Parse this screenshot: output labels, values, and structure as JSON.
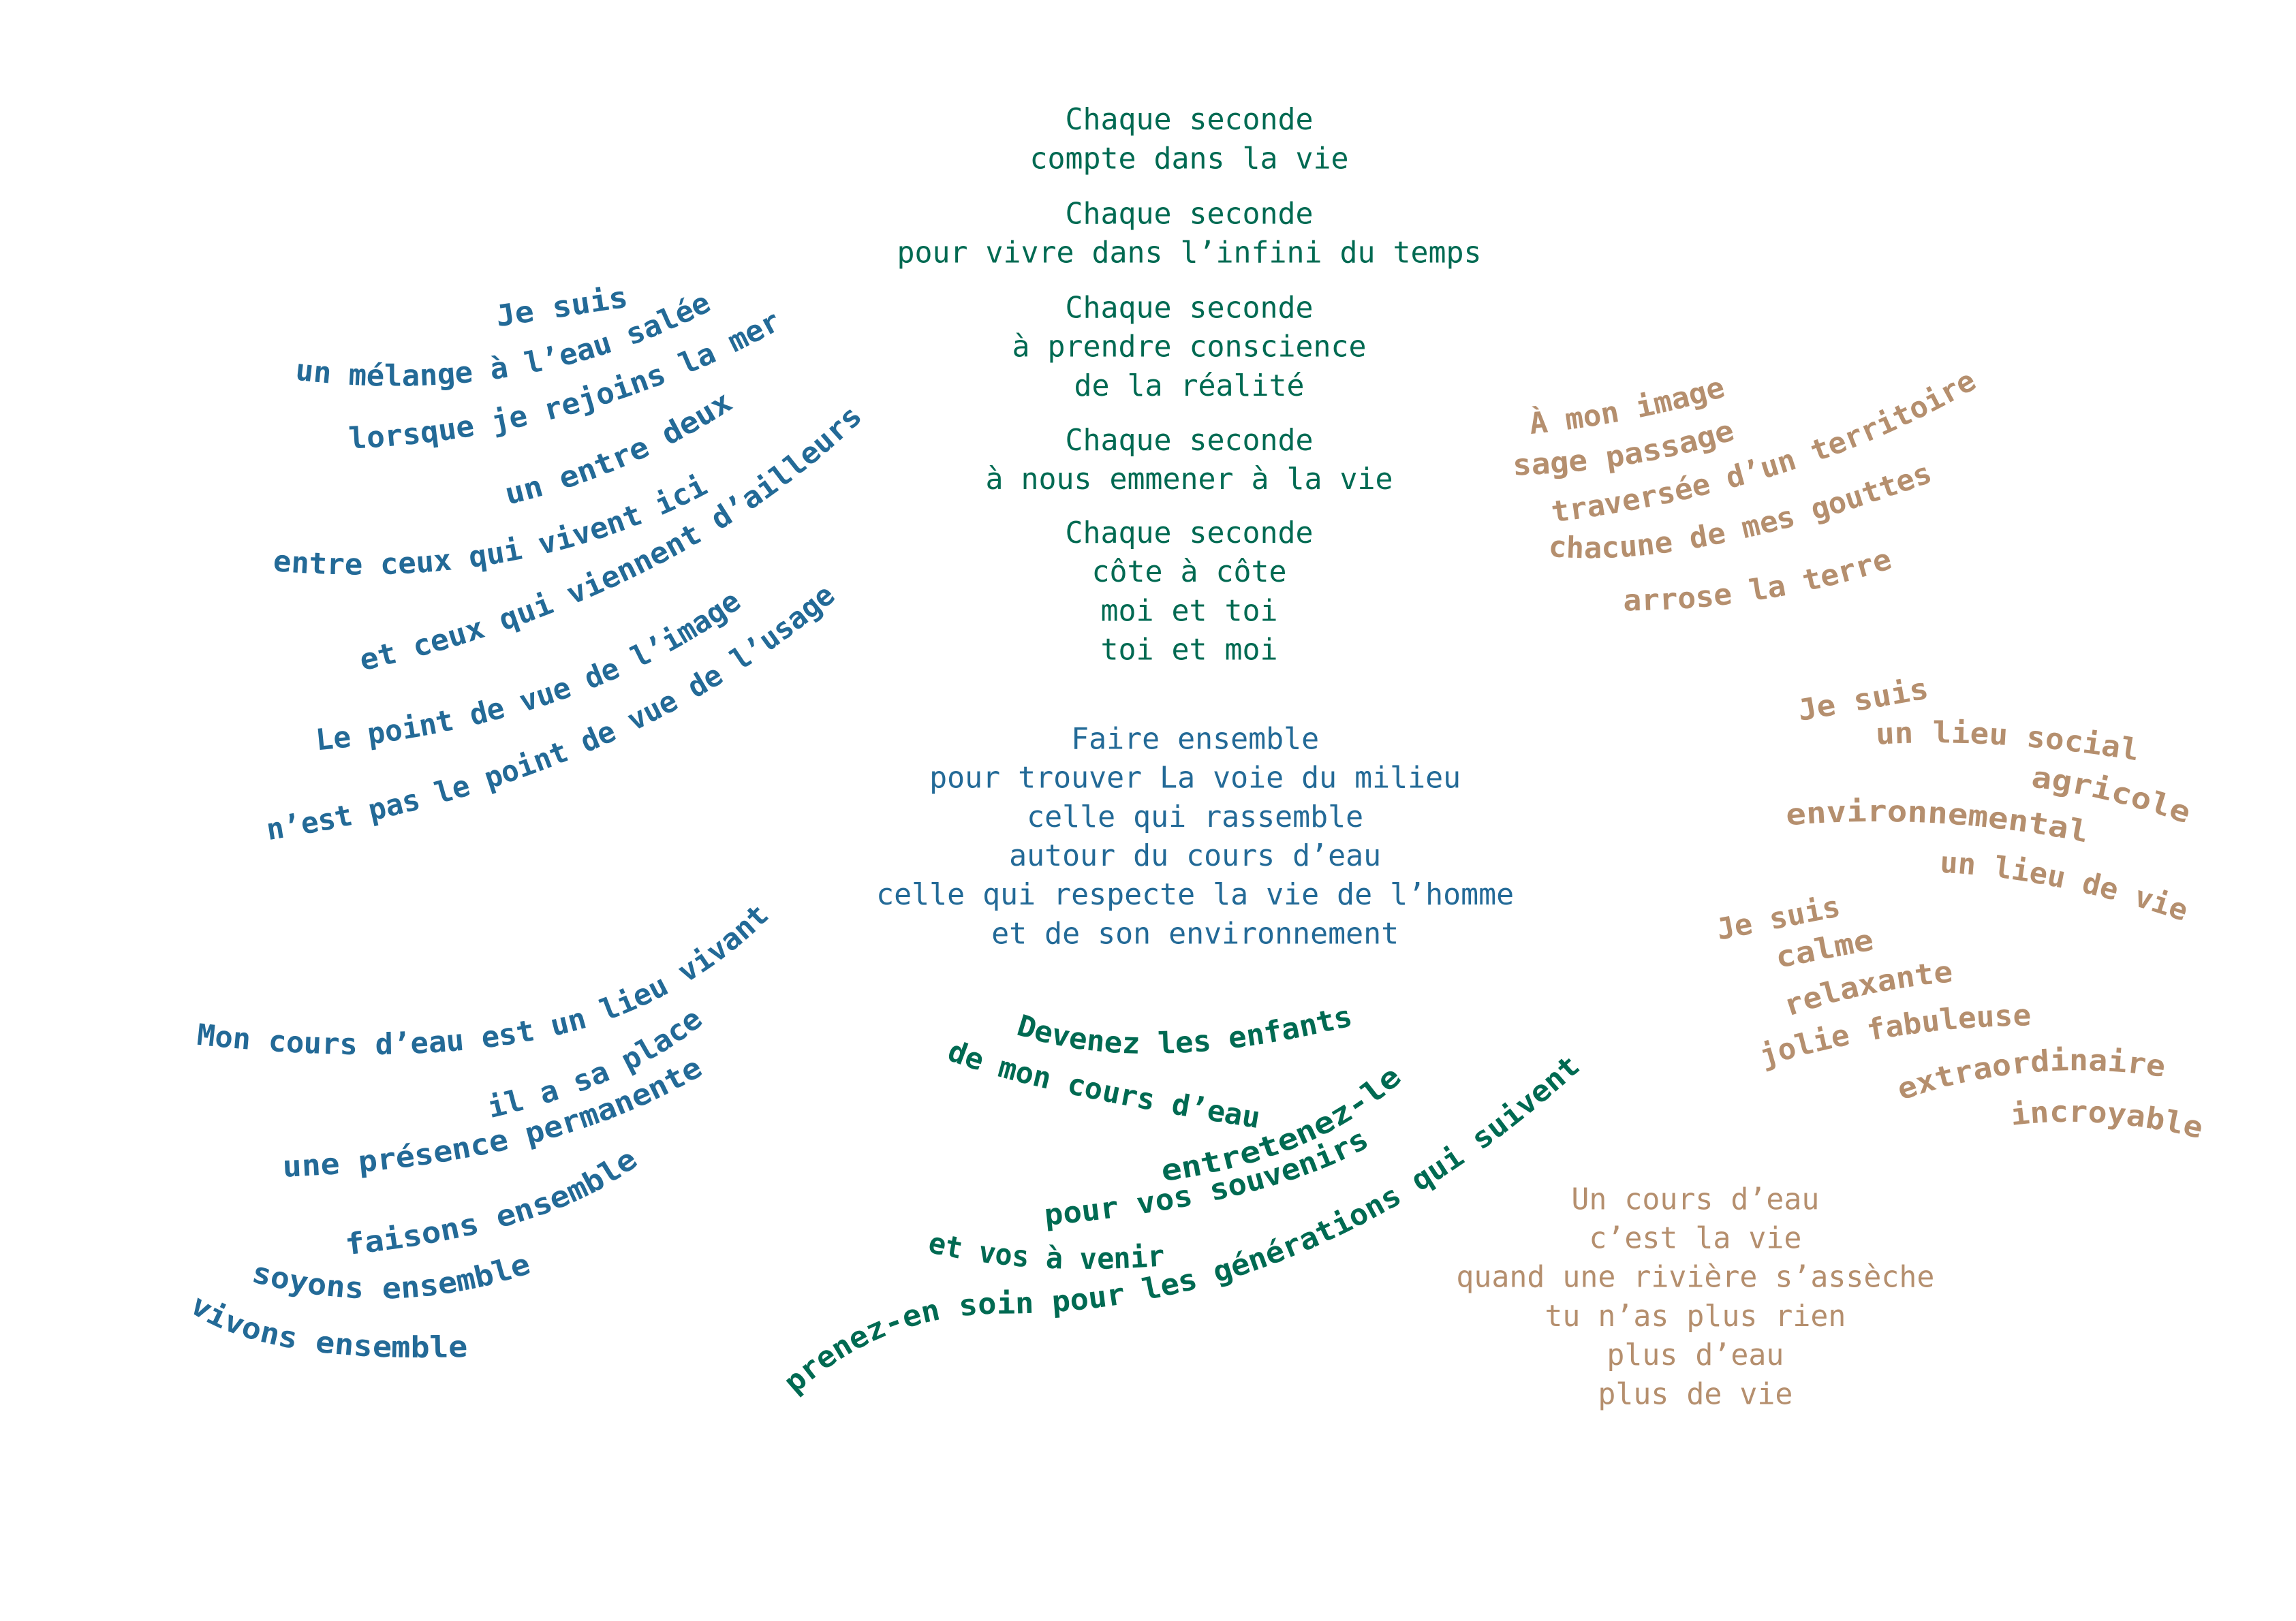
{
  "colors": {
    "green": "#006a52",
    "blue": "#236a97",
    "tan": "#b58f6e"
  },
  "center_poem": {
    "stanzas": [
      [
        "Chaque seconde",
        "compte dans la vie"
      ],
      [
        "Chaque seconde",
        "pour vivre dans l’infini du temps"
      ],
      [
        "Chaque seconde",
        "à prendre conscience",
        "de la réalité"
      ],
      [
        "Chaque seconde",
        "à nous emmener à la vie"
      ],
      [
        "Chaque seconde",
        "côte à côte",
        "moi et toi",
        "toi et moi"
      ]
    ]
  },
  "center_blue": {
    "lines": [
      "Faire ensemble",
      "pour trouver La voie du milieu",
      "celle qui rassemble",
      "autour du cours d’eau",
      "celle qui respecte la vie de l’homme",
      "et de son environnement"
    ]
  },
  "bottom_right": {
    "lines": [
      "Un cours d’eau",
      "c’est la vie",
      "quand une rivière s’assèche",
      "tu n’as plus rien",
      "plus d’eau",
      "plus de vie"
    ]
  },
  "left_upper": {
    "lines": [
      "Je suis",
      "un mélange à l’eau salée",
      "lorsque je rejoins la mer",
      "un entre deux",
      "entre ceux qui vivent ici",
      "et ceux qui viennent d’ailleurs",
      "Le point de vue de l’image",
      "n’est pas le point de vue de l’usage"
    ]
  },
  "right_upper": {
    "lines": [
      "À mon image",
      "sage passage",
      "traversée d’un territoire",
      "chacune de mes gouttes",
      "arrose la terre"
    ]
  },
  "right_middle": {
    "lines": [
      "Je suis",
      "un lieu social",
      "agricole",
      "environnemental",
      "un lieu de vie",
      "Je suis",
      "calme",
      "relaxante",
      "jolie fabuleuse",
      "extraordinaire",
      "incroyable"
    ]
  },
  "left_lower": {
    "lines": [
      "Mon cours d’eau est un lieu vivant",
      "il a sa place",
      "une présence permanente",
      "faisons ensemble",
      "soyons ensemble",
      "vivons ensemble"
    ]
  },
  "bottom_center": {
    "lines": [
      "Devenez les enfants",
      "de mon cours d’eau",
      "entretenez-le",
      "pour vos souvenirs",
      "et vos à venir",
      "prenez-en soin pour les générations qui suivent"
    ]
  }
}
